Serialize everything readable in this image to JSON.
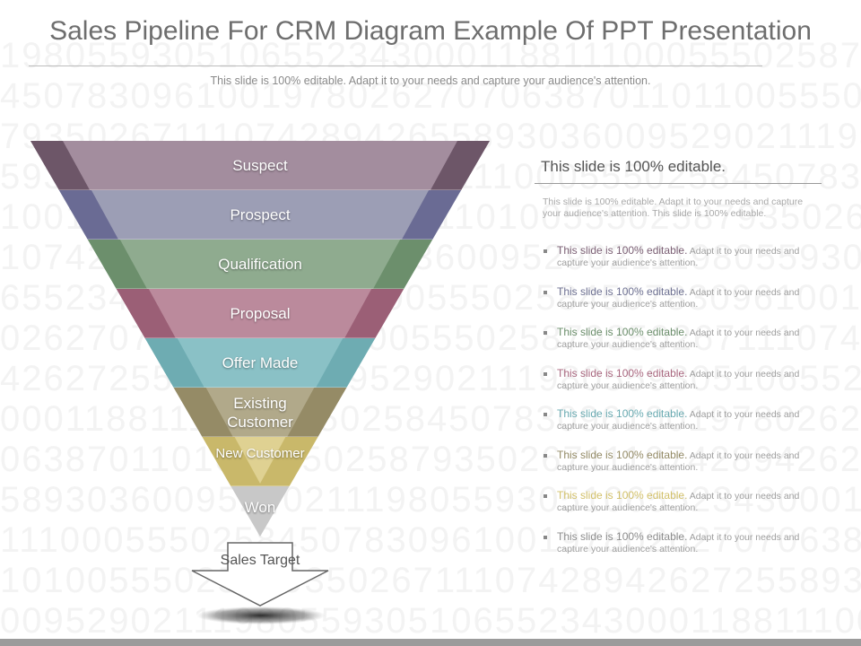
{
  "header": {
    "title": "Sales Pipeline For  CRM Diagram Example Of PPT Presentation",
    "subtitle": "This slide is 100% editable. Adapt it to your needs and capture your audience's attention."
  },
  "funnel": {
    "stages": [
      {
        "label": "Suspect",
        "color": "#a38d9e"
      },
      {
        "label": "Prospect",
        "color": "#9c9eb5"
      },
      {
        "label": "Qualification",
        "color": "#8fab8f"
      },
      {
        "label": "Proposal",
        "color": "#bb8a9c"
      },
      {
        "label": "Offer Made",
        "color": "#8ac1c6"
      },
      {
        "label": "Existing Customer",
        "color": "#b1a98a"
      },
      {
        "label": "New Customer",
        "color": "#dfd192"
      },
      {
        "label": "Won",
        "color": "#c8c8c8"
      }
    ],
    "edge_colors": [
      "#6d5668",
      "#6a6b94",
      "#6c8f6c",
      "#9b5f76",
      "#6eacb2",
      "#958b66",
      "#c9b86a",
      "#a9a9a9"
    ],
    "target": {
      "label": "Sales Target"
    }
  },
  "panel": {
    "heading": "This slide is 100% editable.",
    "intro": "This slide is 100% editable. Adapt it to your needs and capture your audience's attention. This slide is 100% editable.",
    "bullets": [
      {
        "highlight": "This slide is 100% editable.",
        "text": " Adapt it to your needs and capture your audience's attention.",
        "color": "#7b5f74"
      },
      {
        "highlight": "This slide is 100% editable.",
        "text": " Adapt it to your needs and capture your audience's attention.",
        "color": "#6e7192"
      },
      {
        "highlight": "This slide is 100% editable.",
        "text": " Adapt it to your needs and capture your audience's attention.",
        "color": "#6b8e6b"
      },
      {
        "highlight": "This slide is 100% editable.",
        "text": " Adapt it to your needs and capture your audience's attention.",
        "color": "#a8667e"
      },
      {
        "highlight": "This slide is 100% editable.",
        "text": " Adapt it to your needs and capture your audience's attention.",
        "color": "#69aab1"
      },
      {
        "highlight": "This slide is 100% editable.",
        "text": " Adapt it to your needs and capture your audience's attention.",
        "color": "#938a65"
      },
      {
        "highlight": "This slide is 100% editable.",
        "text": " Adapt it to your needs and capture your audience's attention.",
        "color": "#d2c069"
      },
      {
        "highlight": "This slide is 100% editable.",
        "text": " Adapt it to your needs and capture your audience's attention.",
        "color": "#8c8c8c"
      }
    ]
  }
}
